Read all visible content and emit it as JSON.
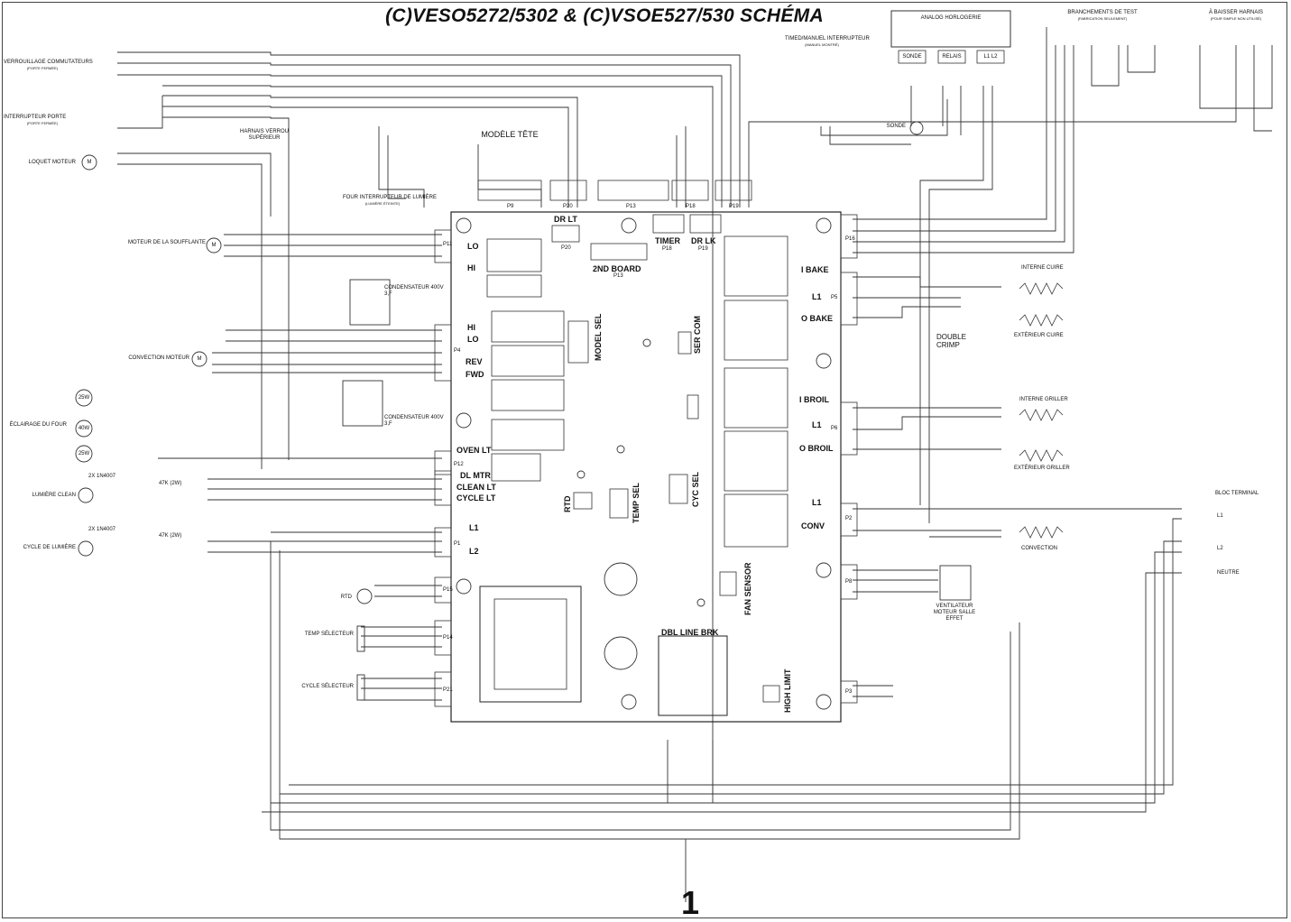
{
  "title": "(C)VESO5272/5302 & (C)VSOE527/530 SCHÉMA",
  "page_number": "1",
  "left_components": {
    "verrouillage": "VERROUILLAGE COMMUTATEURS",
    "verrouillage_note": "(PORTE FERMÉE)",
    "interrupteur": "INTERRUPTEUR PORTE",
    "interrupteur_note": "(PORTE FERMÉE)",
    "loquet": "LOQUET MOTEUR",
    "harnais": "HARNAIS VERROU SUPÉRIEUR",
    "four_interrupteur": "FOUR INTERRUPTEUR DE LUMIÈRE",
    "four_interrupteur_note": "(LUMIÈRE ÉTEINTE)",
    "modele_tete": "MODÈLE TÊTE",
    "moteur_soufflante": "MOTEUR DE LA SOUFFLANTE",
    "condensateur_top": "CONDENSATEUR 400V 3,F",
    "convection_moteur": "CONVECTION MOTEUR",
    "condensateur_bottom": "CONDENSATEUR 400V 3,F",
    "eclairage": "ÉCLAIRAGE DU FOUR",
    "lumiere_clean": "LUMIÈRE CLEAN",
    "cycle_lumiere": "CYCLE DE LUMIÈRE",
    "diode_1": "2X 1N4007",
    "diode_2": "2X 1N4007",
    "resistor_1": "47K (2W)",
    "resistor_2": "47K (2W)",
    "rtd": "RTD",
    "temp_selecteur": "TEMP SÉLECTEUR",
    "cycle_selecteur": "CYCLE SÉLECTEUR",
    "lamp_1": "25W",
    "lamp_2": "40W",
    "lamp_3": "25W",
    "motor_glyph": "M"
  },
  "top_right": {
    "timed_manuel": "TIMED/MANUEL INTERRUPTEUR",
    "timed_manuel_note": "(MANUEL MONTRÉ)",
    "analog": "ANALOG HORLOGERIE",
    "sonde_box": "SONDE",
    "relais_box": "RELAIS",
    "l1l2_box": "L1 L2",
    "sonde": "SONDE",
    "branchements": "BRANCHEMENTS DE TEST",
    "branchements_note": "(FABRICATION SEULEMENT)",
    "a_baisser": "À BAISSER HARNAIS",
    "a_baisser_note": "(POUR SIMPLE NON UTILISÉ)"
  },
  "right_components": {
    "interne_cuire": "INTERNE CUIRE",
    "exterieur_cuire": "EXTÉRIEUR CUIRE",
    "double_crimp": "DOUBLE CRIMP",
    "interne_griller": "INTERNE GRILLER",
    "exterieur_griller": "EXTÉRIEUR GRILLER",
    "convection": "CONVECTION",
    "bloc_terminal": "BLOC TERMINAL",
    "l1": "L1",
    "l2": "L2",
    "neutre": "NEUTRE",
    "ventilateur": "VENTILATEUR MOTEUR SALLE EFFET"
  },
  "board": {
    "lo_top": "LO",
    "hi_top": "HI",
    "hi_mid": "HI",
    "lo_mid": "LO",
    "rev": "REV",
    "fwd": "FWD",
    "oven_lt": "OVEN LT",
    "dl_mtr": "DL MTR",
    "clean_lt": "CLEAN LT",
    "cycle_lt": "CYCLE LT",
    "l1_left": "L1",
    "l2_left": "L2",
    "dr_lt": "DR LT",
    "second_board": "2ND BOARD",
    "timer": "TIMER",
    "dr_lk": "DR LK",
    "model_sel": "MODEL SEL",
    "ser_com": "SER COM",
    "rtd": "RTD",
    "temp_sel": "TEMP SEL",
    "cyc_sel": "CYC SEL",
    "i_bake": "I BAKE",
    "o_bake": "O BAKE",
    "i_broil": "I BROIL",
    "o_broil": "O BROIL",
    "conv": "CONV",
    "l1_bake": "L1",
    "l1_broil": "L1",
    "l1_conv": "L1",
    "fan_sensor": "FAN SENSOR",
    "dbl_line_brk": "DBL LINE BRK",
    "high_limit": "HIGH LIMIT"
  },
  "connectors": {
    "p9": "P9",
    "p20": "P20",
    "p13": "P13",
    "p18": "P18",
    "p19": "P19",
    "p11": "P11",
    "p4": "P4",
    "p12": "P12",
    "p1": "P1",
    "p15": "P15",
    "p14": "P14",
    "p21": "P21",
    "p16": "P16",
    "p5": "P5",
    "p6": "P6",
    "p2": "P2",
    "p8": "P8",
    "p3": "P3",
    "p20_board": "P20",
    "p13_board": "P13",
    "p18_board": "P18",
    "p19_board": "P19"
  },
  "wire_colors": {
    "wire_black": "#222222",
    "wire_grey": "#555555"
  }
}
